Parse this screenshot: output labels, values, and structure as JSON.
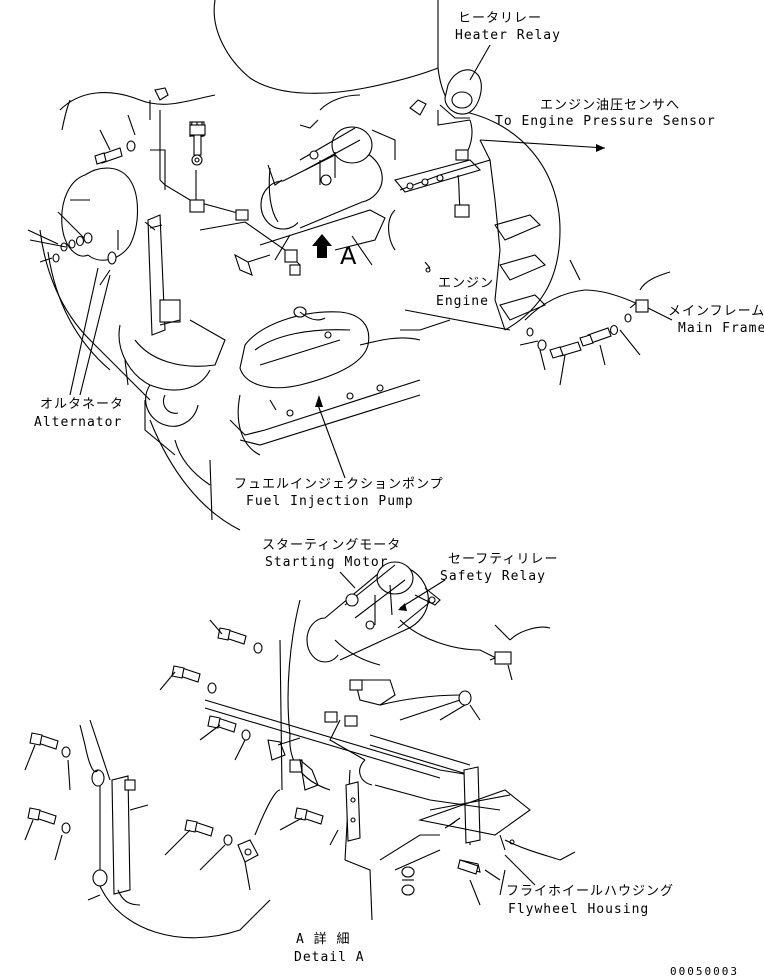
{
  "labels": {
    "heater_relay_jp": "ヒータリレー",
    "heater_relay_en": "Heater Relay",
    "to_sensor_jp": "エンジン油圧センサへ",
    "to_sensor_en": "To Engine Pressure Sensor",
    "engine_jp": "エンジン",
    "engine_en": "Engine",
    "main_frame_jp": "メインフレーム",
    "main_frame_en": "Main Frame",
    "alternator_jp": "オルタネータ",
    "alternator_en": "Alternator",
    "fuel_pump_jp": "フュエルインジェクションポンプ",
    "fuel_pump_en": "Fuel Injection Pump",
    "starting_motor_jp": "スターティングモータ",
    "starting_motor_en": "Starting Motor",
    "safety_relay_jp": "セーフティリレー",
    "safety_relay_en": "Safety Relay",
    "flywheel_jp": "フライホイールハウジング",
    "flywheel_en": "Flywheel Housing",
    "detail_jp": "A 詳 細",
    "detail_en": "Detail A",
    "view_letter": "A",
    "drawing_number": "00050003"
  }
}
